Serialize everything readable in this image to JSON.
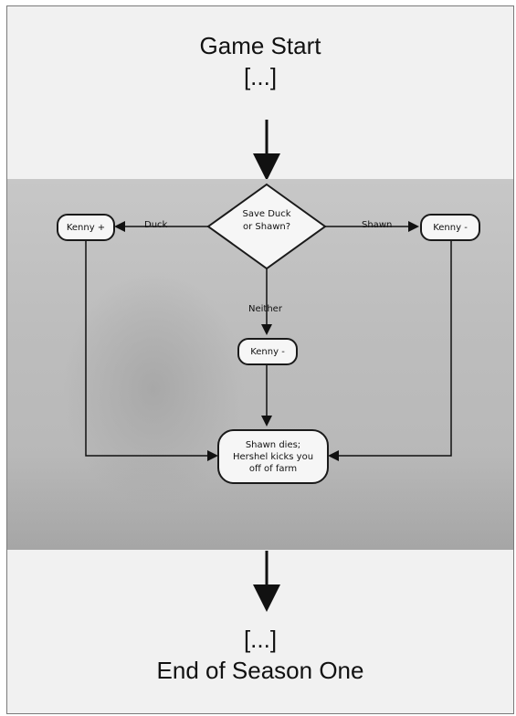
{
  "header": {
    "line1": "Game Start",
    "line2": "[...]"
  },
  "footer": {
    "line1": "[...]",
    "line2": "End of Season One"
  },
  "diagram": {
    "decision": {
      "line1": "Save Duck",
      "line2": "or Shawn?"
    },
    "left_node": "Kenny +",
    "right_node": "Kenny -",
    "middle_node": "Kenny -",
    "outcome": {
      "line1": "Shawn dies;",
      "line2": "Hershel kicks you",
      "line3": "off of farm"
    },
    "edges": {
      "left": "Duck",
      "right": "Shawn",
      "down": "Neither"
    }
  }
}
